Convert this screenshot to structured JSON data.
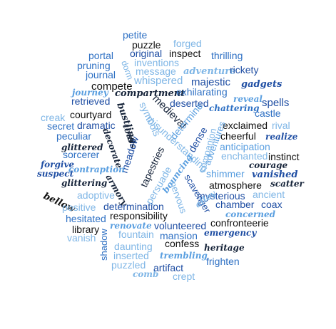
{
  "colors": {
    "navy": "#16243a",
    "dark_blue": "#1f4ea3",
    "mid_blue": "#2f71c4",
    "light_blue": "#7fb6e6",
    "sky_blue": "#5a9fe0",
    "black": "#111111"
  },
  "words": [
    {
      "text": "petite",
      "color": "#2f71c4"
    },
    {
      "text": "puzzle",
      "color": "#111111"
    },
    {
      "text": "forged",
      "color": "#7fb6e6"
    },
    {
      "text": "original",
      "color": "#1f4ea3"
    },
    {
      "text": "inspect",
      "color": "#111111"
    },
    {
      "text": "thrilling",
      "color": "#2f71c4"
    },
    {
      "text": "portal",
      "color": "#2f71c4"
    },
    {
      "text": "inventions",
      "color": "#7fb6e6"
    },
    {
      "text": "pruning",
      "color": "#2f71c4"
    },
    {
      "text": "message",
      "color": "#7fb6e6"
    },
    {
      "text": "adventure",
      "color": "#7fb6e6"
    },
    {
      "text": "rickety",
      "color": "#1f4ea3"
    },
    {
      "text": "whispered",
      "color": "#7fb6e6"
    },
    {
      "text": "majestic",
      "color": "#1f4ea3"
    },
    {
      "text": "journal",
      "color": "#2f71c4"
    },
    {
      "text": "dorm",
      "color": "#7fb6e6"
    },
    {
      "text": "gadgets",
      "color": "#1f4ea3"
    },
    {
      "text": "compete",
      "color": "#111111"
    },
    {
      "text": "journey",
      "color": "#5a9fe0"
    },
    {
      "text": "compartment",
      "color": "#16243a"
    },
    {
      "text": "exhilarating",
      "color": "#2f71c4"
    },
    {
      "text": "reveal",
      "color": "#5a9fe0"
    },
    {
      "text": "spells",
      "color": "#1f4ea3"
    },
    {
      "text": "retrieved",
      "color": "#1f4ea3"
    },
    {
      "text": "medieval",
      "color": "#16243a"
    },
    {
      "text": "deserted",
      "color": "#1f4ea3"
    },
    {
      "text": "chattering",
      "color": "#2f71c4"
    },
    {
      "text": "castle",
      "color": "#2f71c4"
    },
    {
      "text": "bustling",
      "color": "#16243a"
    },
    {
      "text": "courtyard",
      "color": "#111111"
    },
    {
      "text": "creak",
      "color": "#7fb6e6"
    },
    {
      "text": "symbols",
      "color": "#7fb6e6"
    },
    {
      "text": "determine",
      "color": "#5a9fe0"
    },
    {
      "text": "exclaimed",
      "color": "#111111"
    },
    {
      "text": "rival",
      "color": "#7fb6e6"
    },
    {
      "text": "secret",
      "color": "#2f71c4"
    },
    {
      "text": "dramatic",
      "color": "#1f4ea3"
    },
    {
      "text": "tours",
      "color": "#16243a"
    },
    {
      "text": "dense",
      "color": "#1f4ea3"
    },
    {
      "text": "adventures",
      "color": "#5a9fe0"
    },
    {
      "text": "cheerful",
      "color": "#111111"
    },
    {
      "text": "realize",
      "color": "#1f4ea3"
    },
    {
      "text": "peculiar",
      "color": "#2f71c4"
    },
    {
      "text": "decorate",
      "color": "#16243a"
    },
    {
      "text": "misunderstanding",
      "color": "#7fb6e6"
    },
    {
      "text": "anticipation",
      "color": "#5a9fe0"
    },
    {
      "text": "glittered",
      "color": "#16243a"
    },
    {
      "text": "sorcerer",
      "color": "#2f71c4"
    },
    {
      "text": "meadow",
      "color": "#1f4ea3"
    },
    {
      "text": "tapestries",
      "color": "#16243a"
    },
    {
      "text": "companion",
      "color": "#7fb6e6"
    },
    {
      "text": "enchanted",
      "color": "#7fb6e6"
    },
    {
      "text": "instinct",
      "color": "#111111"
    },
    {
      "text": "forgive",
      "color": "#1f4ea3"
    },
    {
      "text": "courage",
      "color": "#16243a"
    },
    {
      "text": "suspect",
      "color": "#1f4ea3"
    },
    {
      "text": "contraption",
      "color": "#5a9fe0"
    },
    {
      "text": "shimmer",
      "color": "#5a9fe0"
    },
    {
      "text": "vanished",
      "color": "#1f4ea3"
    },
    {
      "text": "glittering",
      "color": "#16243a"
    },
    {
      "text": "armory",
      "color": "#16243a"
    },
    {
      "text": "persuade",
      "color": "#7fb6e6"
    },
    {
      "text": "bouncing",
      "color": "#5a9fe0"
    },
    {
      "text": "atmosphere",
      "color": "#111111"
    },
    {
      "text": "scatter",
      "color": "#16243a"
    },
    {
      "text": "adoptive",
      "color": "#7fb6e6"
    },
    {
      "text": "nervous",
      "color": "#7fb6e6"
    },
    {
      "text": "scavenger",
      "color": "#1f4ea3"
    },
    {
      "text": "mysterious",
      "color": "#1f4ea3"
    },
    {
      "text": "ancient",
      "color": "#7fb6e6"
    },
    {
      "text": "bellow",
      "color": "#111111"
    },
    {
      "text": "chamber",
      "color": "#1f4ea3"
    },
    {
      "text": "coax",
      "color": "#1f4ea3"
    },
    {
      "text": "positive",
      "color": "#7fb6e6"
    },
    {
      "text": "determination",
      "color": "#1f4ea3"
    },
    {
      "text": "alloy",
      "color": "#7fb6e6"
    },
    {
      "text": "concerned",
      "color": "#5a9fe0"
    },
    {
      "text": "responsibility",
      "color": "#111111"
    },
    {
      "text": "hesitated",
      "color": "#2f71c4"
    },
    {
      "text": "renovate",
      "color": "#5a9fe0"
    },
    {
      "text": "volunteered",
      "color": "#1f4ea3"
    },
    {
      "text": "confronteerie",
      "color": "#111111"
    },
    {
      "text": "library",
      "color": "#111111"
    },
    {
      "text": "fountain",
      "color": "#7fb6e6"
    },
    {
      "text": "emergency",
      "color": "#1f4ea3"
    },
    {
      "text": "vanish",
      "color": "#7fb6e6"
    },
    {
      "text": "mansion",
      "color": "#2f71c4"
    },
    {
      "text": "shadow",
      "color": "#2f71c4"
    },
    {
      "text": "daunting",
      "color": "#7fb6e6"
    },
    {
      "text": "confess",
      "color": "#111111"
    },
    {
      "text": "heritage",
      "color": "#16243a"
    },
    {
      "text": "inserted",
      "color": "#7fb6e6"
    },
    {
      "text": "trembling",
      "color": "#5a9fe0"
    },
    {
      "text": "puzzled",
      "color": "#7fb6e6"
    },
    {
      "text": "frighten",
      "color": "#2f71c4"
    },
    {
      "text": "comb",
      "color": "#7fb6e6"
    },
    {
      "text": "artifact",
      "color": "#1f4ea3"
    },
    {
      "text": "crept",
      "color": "#7fb6e6"
    }
  ]
}
